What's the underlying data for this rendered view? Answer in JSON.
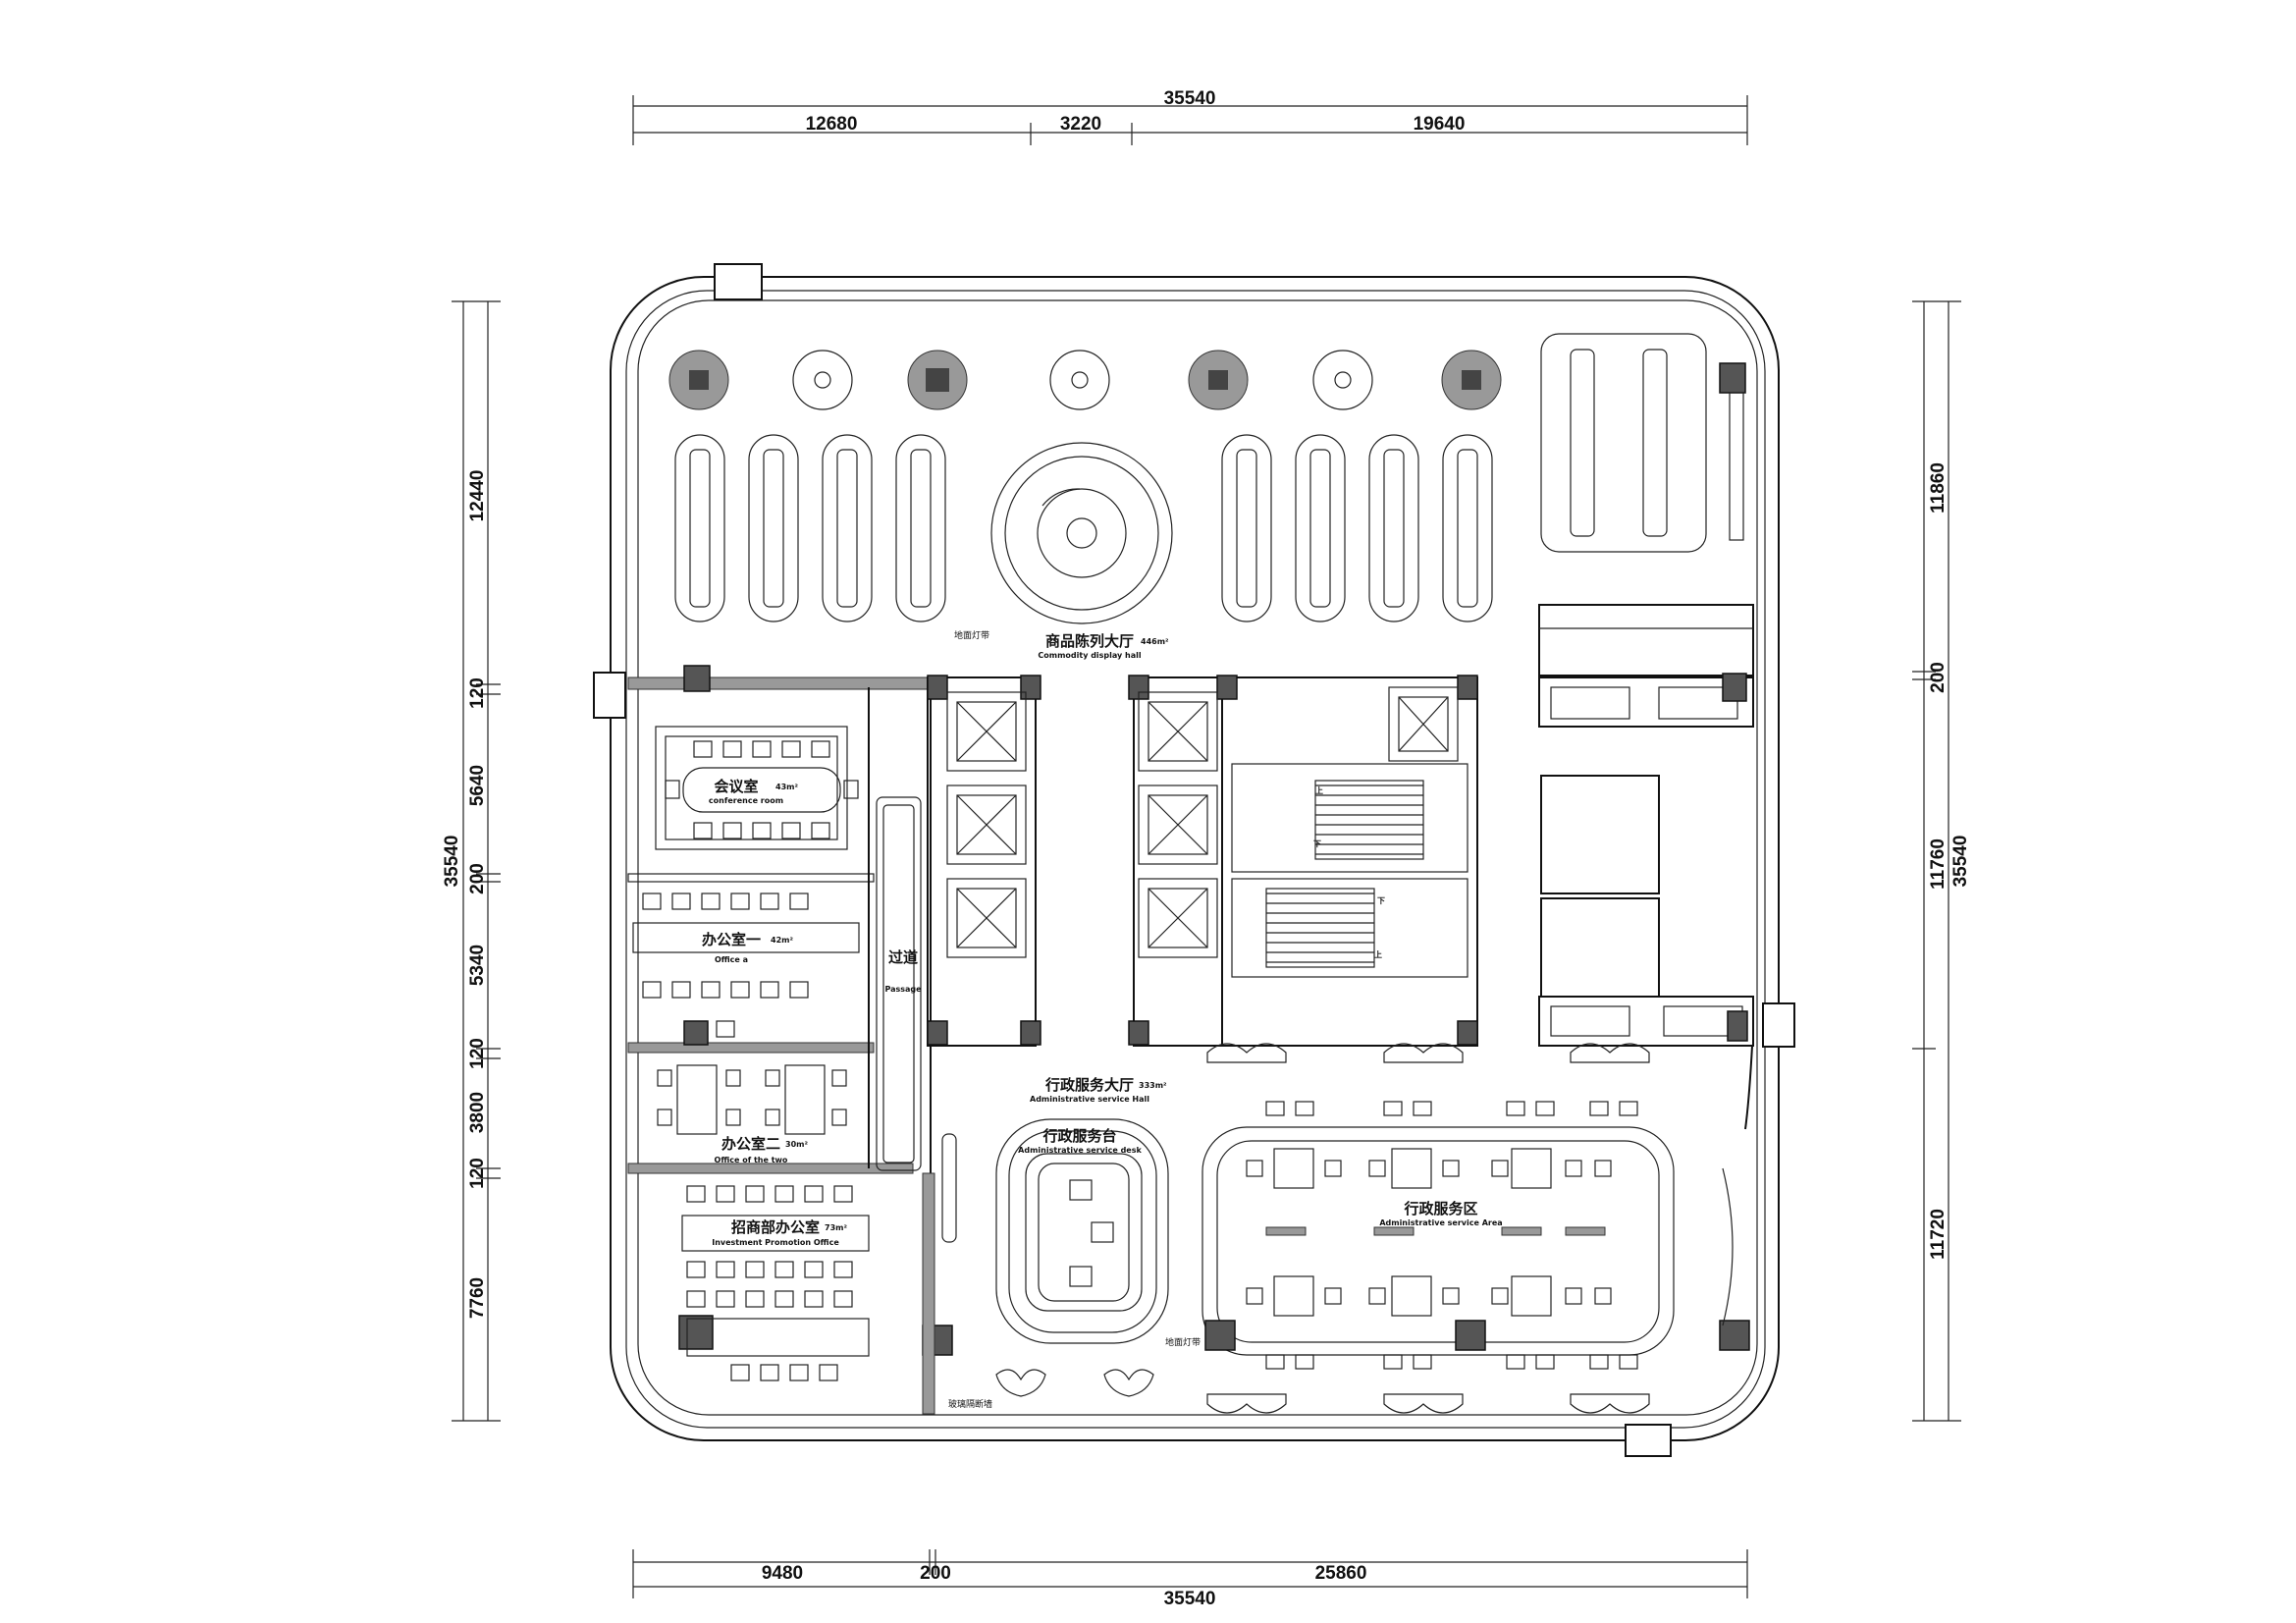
{
  "dimensions": {
    "top_total": "35540",
    "top_segments": [
      "12680",
      "3220",
      "19640"
    ],
    "bottom_total": "35540",
    "bottom_segments": [
      "9480",
      "200",
      "25860"
    ],
    "left_total": "35540",
    "left_segments": [
      "12440",
      "120",
      "5640",
      "200",
      "5340",
      "120",
      "3800",
      "120",
      "7760"
    ],
    "right_total": "35540",
    "right_segments": [
      "11860",
      "200",
      "11760",
      "11720"
    ]
  },
  "rooms": {
    "display_hall": {
      "zh": "商品陈列大厅",
      "en": "Commodity display hall",
      "area": "446m²"
    },
    "conference": {
      "zh": "会议室",
      "en": "conference room",
      "area": "43m²"
    },
    "office_a": {
      "zh": "办公室一",
      "en": "Office a",
      "area": "42m²"
    },
    "office_b": {
      "zh": "办公室二",
      "en": "Office of the two",
      "area": "30m²"
    },
    "investment": {
      "zh": "招商部办公室",
      "en": "Investment Promotion Office",
      "area": "73m²"
    },
    "passage": {
      "zh": "过道",
      "en": "Passage"
    },
    "admin_hall": {
      "zh": "行政服务大厅",
      "en": "Administrative service Hall",
      "area": "333m²"
    },
    "service_desk": {
      "zh": "行政服务台",
      "en": "Administrative service desk"
    },
    "service_area": {
      "zh": "行政服务区",
      "en": "Administrative service Area"
    }
  },
  "stairs": {
    "up": "上",
    "down": "下"
  },
  "notes": {
    "note1": "地面灯带",
    "note2": "地面灯带",
    "note3": "玻璃隔断墙"
  }
}
